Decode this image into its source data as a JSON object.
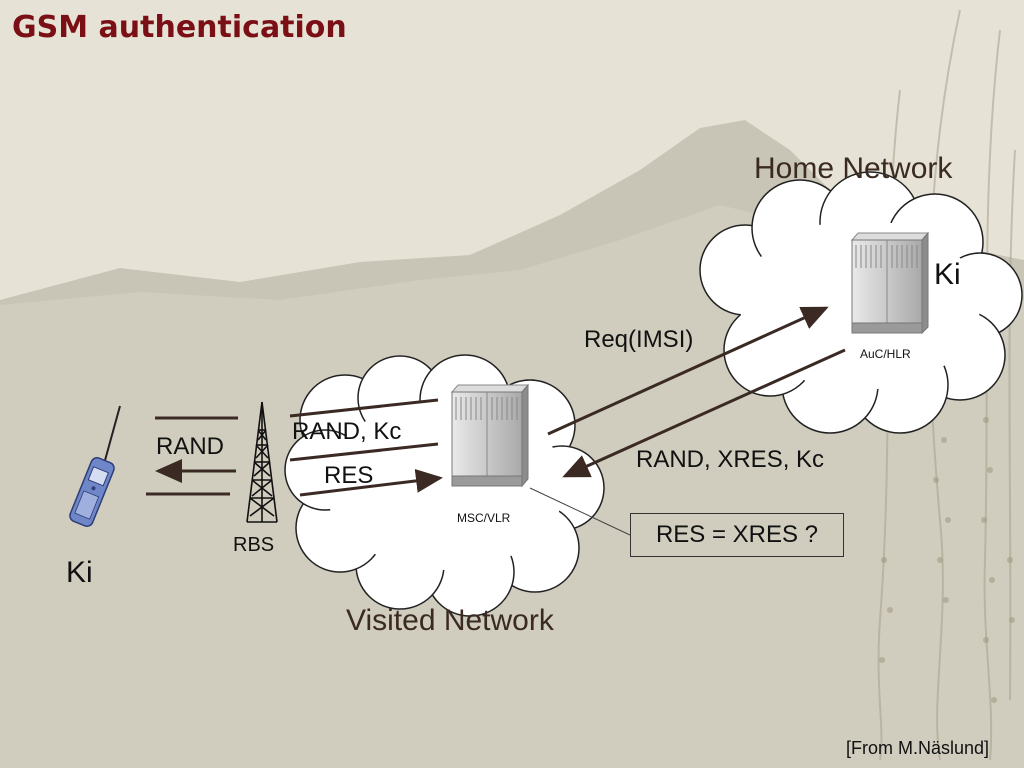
{
  "slide": {
    "title": "GSM authentication",
    "credit": "[From M.Näslund]"
  },
  "home_network": {
    "label": "Home Network",
    "server_caption": "AuC/HLR",
    "key_label": "Ki"
  },
  "visited_network": {
    "label": "Visited Network",
    "server_caption": "MSC/VLR"
  },
  "mobile": {
    "key_label": "Ki"
  },
  "base_station": {
    "label": "RBS"
  },
  "messages": {
    "rand_to_phone": "RAND",
    "rand_kc": "RAND, Kc",
    "res": "RES",
    "req_imsi": "Req(IMSI)",
    "rand_xres_kc": "RAND, XRES, Kc"
  },
  "comparison": {
    "text": "RES = XRES ?"
  },
  "colors": {
    "title": "#7a1016",
    "arrow": "#3b2a24",
    "cloud": "#ffffff",
    "background": "#d9d6c8"
  }
}
